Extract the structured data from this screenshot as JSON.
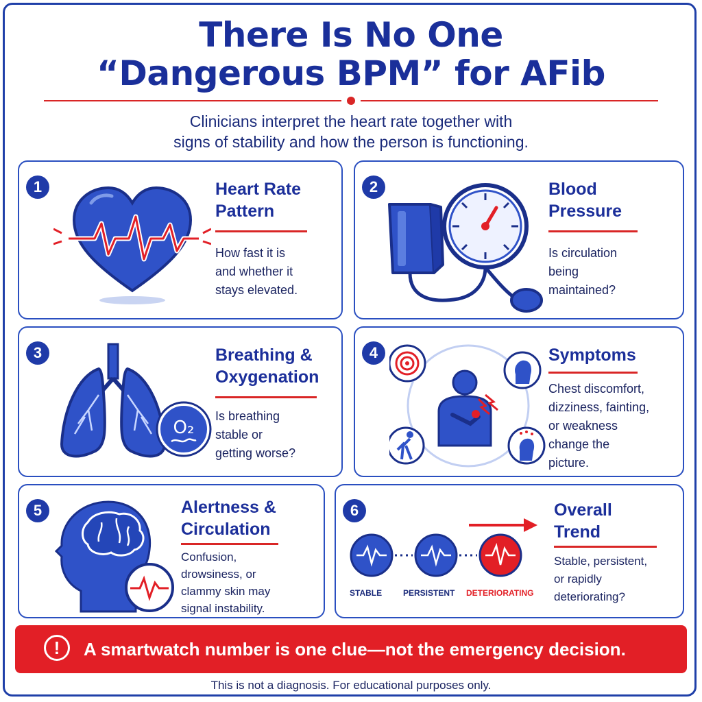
{
  "header": {
    "title_line1": "There Is No One",
    "title_line2": "“Dangerous BPM” for AFib",
    "subtitle_line1": "Clinicians interpret the heart rate together with",
    "subtitle_line2": "signs of stability and how the person is functioning."
  },
  "cards": [
    {
      "number": "1",
      "title_line1": "Heart Rate",
      "title_line2": "Pattern",
      "desc": [
        "How fast it is",
        "and whether it",
        "stays elevated."
      ],
      "icon": "heart-ecg-icon"
    },
    {
      "number": "2",
      "title_line1": "Blood",
      "title_line2": "Pressure",
      "desc": [
        "Is circulation",
        "being",
        "maintained?"
      ],
      "icon": "blood-pressure-cuff-icon"
    },
    {
      "number": "3",
      "title_line1": "Breathing &",
      "title_line2": "Oxygenation",
      "desc": [
        "Is breathing",
        "stable or",
        "getting worse?"
      ],
      "icon": "lungs-o2-icon",
      "o2_label": "O₂"
    },
    {
      "number": "4",
      "title_line1": "Symptoms",
      "title_line2": "",
      "desc": [
        "Chest discomfort,",
        "dizziness, fainting,",
        "or weakness",
        "change the",
        "picture."
      ],
      "icon": "symptoms-person-icon"
    },
    {
      "number": "5",
      "title_line1": "Alertness &",
      "title_line2": "Circulation",
      "desc": [
        "Confusion,",
        "drowsiness, or",
        "clammy skin may",
        "signal instability."
      ],
      "icon": "head-brain-icon"
    },
    {
      "number": "6",
      "title_line1": "Overall",
      "title_line2": "Trend",
      "desc": [
        "Stable, persistent,",
        "or rapidly",
        "deteriorating?"
      ],
      "icon": "trend-icon",
      "trend_labels": [
        "STABLE",
        "PERSISTENT",
        "DETERIORATING"
      ]
    }
  ],
  "banner": {
    "icon": "exclamation-icon",
    "icon_text": "!",
    "text": "A smartwatch number is one clue—not the emergency decision."
  },
  "footer": {
    "text": "This is not a diagnosis. For educational purposes only."
  },
  "colors": {
    "primary_blue": "#1f3aa8",
    "accent_red": "#e21f26",
    "light_blue": "#3a5fd0"
  }
}
